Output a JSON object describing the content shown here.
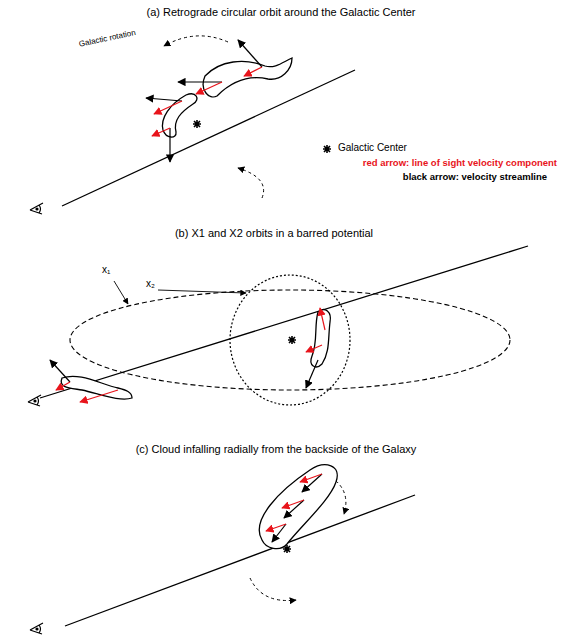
{
  "diagram": {
    "labels": [
      "(a) Retrograde circular orbit around the Galactic Center",
      "Galactic rotation",
      "(b) X1 and X2 orbits in a barred potential",
      "x₁",
      "x₂",
      "(c) Cloud infalling radially from the backside of the Galaxy"
    ],
    "legend": [
      {
        "text": "Galactic Center"
      },
      {
        "text": "red arrow: line of sight velocity component"
      },
      {
        "text": "black arrow: velocity streamline"
      }
    ]
  }
}
